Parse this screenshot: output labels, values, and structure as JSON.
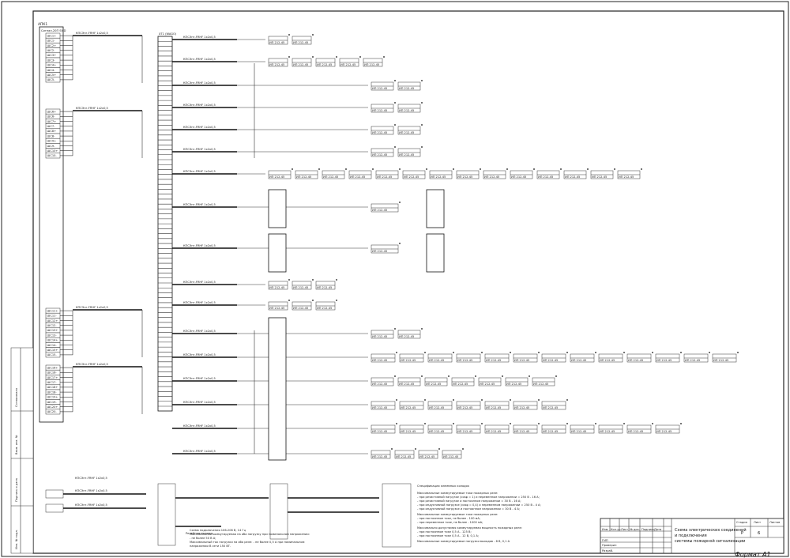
{
  "panel": {
    "label": "АПК1",
    "device": "Сигнал-20П SMD",
    "bus_label": "КПСЭнг-FRHF 1x2x0,5"
  },
  "blocks": {
    "left_groups": [
      [
        "ШС1+",
        "ШС1-",
        "ШС2+",
        "ШС2-",
        "ШС3+",
        "ШС3-",
        "ШС4+",
        "ШС4-",
        "ШС5+",
        "ШС5-"
      ],
      [
        "ШС6+",
        "ШС6-",
        "ШС7+",
        "ШС7-",
        "ШС8+",
        "ШС8-",
        "ШС9+",
        "ШС9-",
        "ШС10+",
        "ШС10-"
      ],
      [
        "ШС11+",
        "ШС11-",
        "ШС12+",
        "ШС12-",
        "ШС13+",
        "ШС13-",
        "ШС14+",
        "ШС14-",
        "ШС15+",
        "ШС15-"
      ],
      [
        "ШС16+",
        "ШС16-",
        "ШС17+",
        "ШС17-",
        "ШС18+",
        "ШС18-",
        "ШС19+",
        "ШС19-",
        "ШС20+",
        "ШС20-"
      ]
    ],
    "terminal_label": "ХТ1 (WAGO) ",
    "device_label": "ИП 212-45"
  },
  "notes": {
    "heading": "Спецификация клеммных колодок",
    "lines": [
      "Максимальные коммутируемые токи пожарных реле:",
      "- при резистивной нагрузке (cosφ = 1) и переменном напряжении = 250 В - 16 А;",
      "- при резистивной нагрузке и постоянном напряжении = 30 В - 16 А;",
      "- при индуктивной нагрузке (cosφ = 0,4) и переменном напряжении = 250 В - 4 А;",
      "- при индуктивной нагрузке и постоянном напряжении = 30 В - 4 А;",
      "Максимальные коммутируемые токи пожарных реле:",
      "- при постоянном токе, не более - 100 мА;",
      "- при переменном токе, не более - 1000 мА;",
      "Максимально допустимая коммутируемая мощность пожарных реле:",
      "- при постоянном токе 0,5 А - 125 В;",
      "- при постоянном токе 0,5 А - 12 В, 0,1 А;",
      "Максимальные коммутируемые нагрузки выходов - 8 В, 0,1 А"
    ],
    "left_notes": [
      "Схема подключения 106-206 В, 14 Гц",
      "Максимальная коммутируемая на оба нагрузку при номинальном напряжении:",
      "- не более 50 В А;",
      "Максимальный ток нагрузки на оба реле: - не более 0,5 А при номинальном",
      "напряжении В сети 150 ВТ."
    ],
    "relay_heading": "Релейные выходы"
  },
  "title_block": {
    "sheet_title_1": "Схема электрических соединений",
    "sheet_title_2": "и подключения",
    "sheet_title_3": "системы пожарной сигнализации",
    "stage_label": "Стадия",
    "sheet_label": "Лист",
    "sheets_label": "Листов",
    "stage_value": "Р",
    "sheet_value": "6",
    "format": "Формат А1",
    "rows": [
      "ГИП",
      "Проверил",
      "Разраб."
    ],
    "cols": [
      "Изм.",
      "Кол.уч.",
      "Лист",
      "№ док.",
      "Подпись",
      "Дата"
    ]
  },
  "side_stamp": [
    "Инв. № подл.",
    "Подпись и дата",
    "Взам. инв. №",
    "Согласовано"
  ]
}
